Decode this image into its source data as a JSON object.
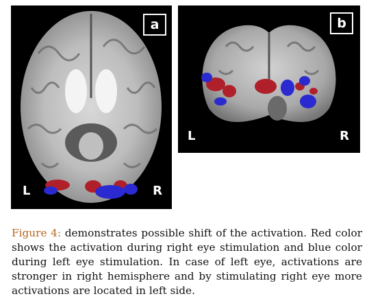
{
  "figure": {
    "panels": [
      {
        "id": "a",
        "label": "a",
        "left_label": "L",
        "right_label": "R"
      },
      {
        "id": "b",
        "label": "b",
        "left_label": "L",
        "right_label": "R"
      }
    ],
    "caption_label": "Figure 4:",
    "caption_text": " demonstrates possible shift of the activation. Red color shows the activation during right eye stimulation and blue color during left eye stimulation. In case of left eye, activations are stronger in right hemisphere and by stimulating right eye more activations are located in left side.",
    "colors": {
      "right_eye_activation": "#b0202a",
      "left_eye_activation": "#2a2ad0",
      "caption_label": "#b5651d"
    }
  }
}
